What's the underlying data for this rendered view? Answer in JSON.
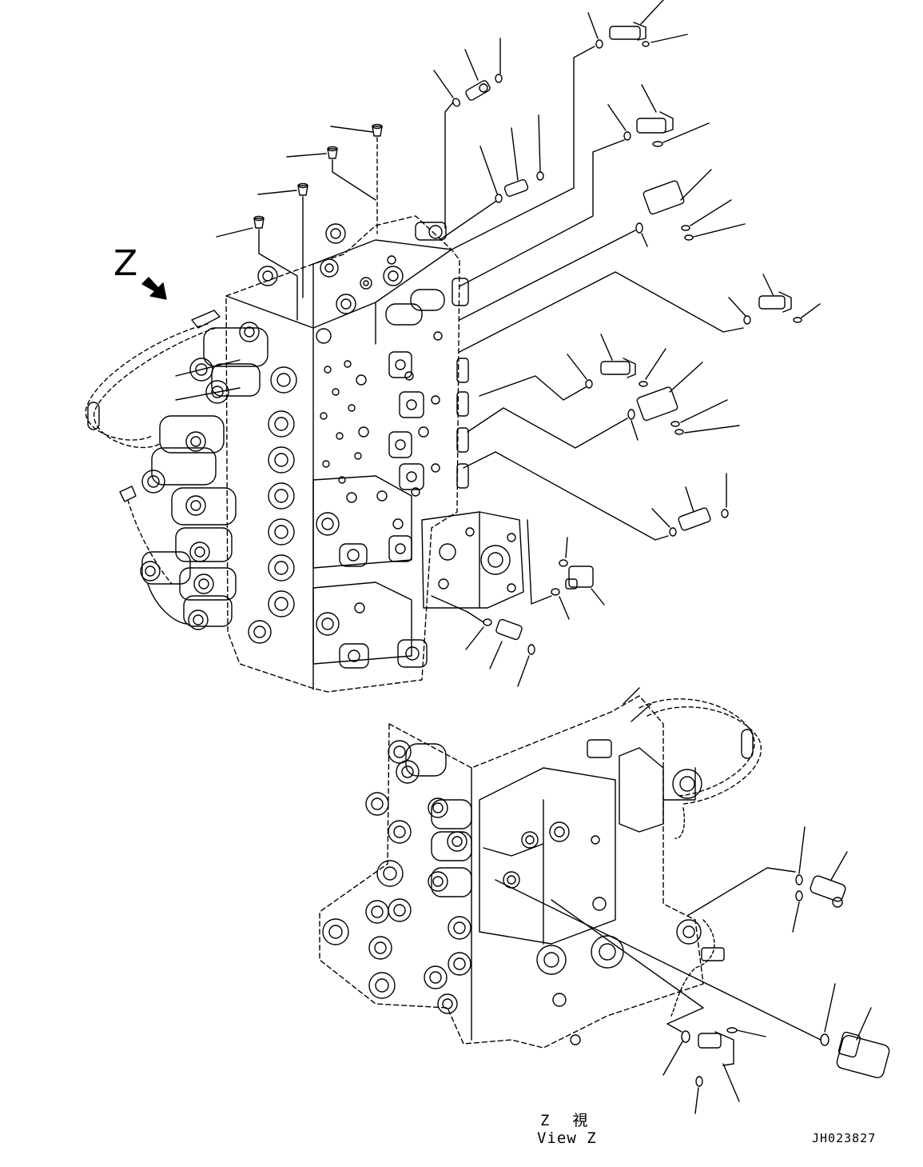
{
  "labels": {
    "view_letter": "Z",
    "view_caption_jp": "Z  視",
    "view_caption_en": "View Z",
    "drawing_code": "JH023827"
  },
  "colors": {
    "line": "#000000",
    "background": "#ffffff"
  }
}
